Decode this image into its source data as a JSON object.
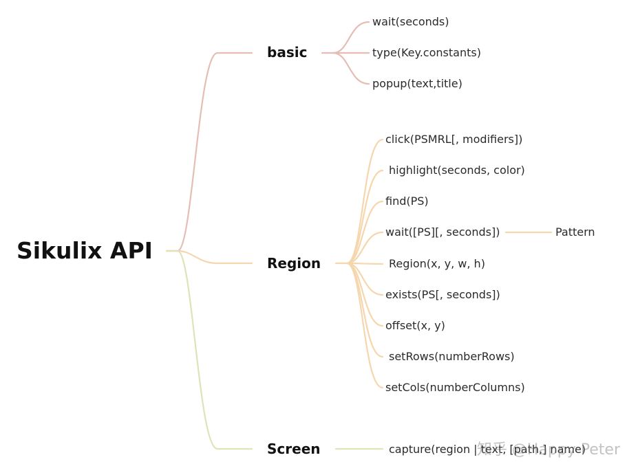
{
  "root": {
    "label": "Sikulix API"
  },
  "branches": [
    {
      "id": "basic",
      "label": "basic",
      "color": "#e6bdb5",
      "children": [
        {
          "label": "wait(seconds)"
        },
        {
          "label": "type(Key.constants)"
        },
        {
          "label": "popup(text,title)"
        }
      ]
    },
    {
      "id": "region",
      "label": "Region",
      "color": "#f5d6ad",
      "children": [
        {
          "label": "click(PSMRL[, modifiers])"
        },
        {
          "label": "highlight(seconds, color)"
        },
        {
          "label": "find(PS)"
        },
        {
          "label": "wait([PS][, seconds])",
          "child": "Pattern"
        },
        {
          "label": "Region(x, y, w, h)"
        },
        {
          "label": "exists(PS[, seconds])"
        },
        {
          "label": "offset(x, y)"
        },
        {
          "label": "setRows(numberRows)"
        },
        {
          "label": "setCols(numberColumns)"
        }
      ]
    },
    {
      "id": "screen",
      "label": "Screen",
      "color": "#dfe3b8",
      "children": [
        {
          "label": "capture(region | text, [path,] name)"
        }
      ]
    }
  ],
  "watermark": "知乎 @Happy Peter"
}
